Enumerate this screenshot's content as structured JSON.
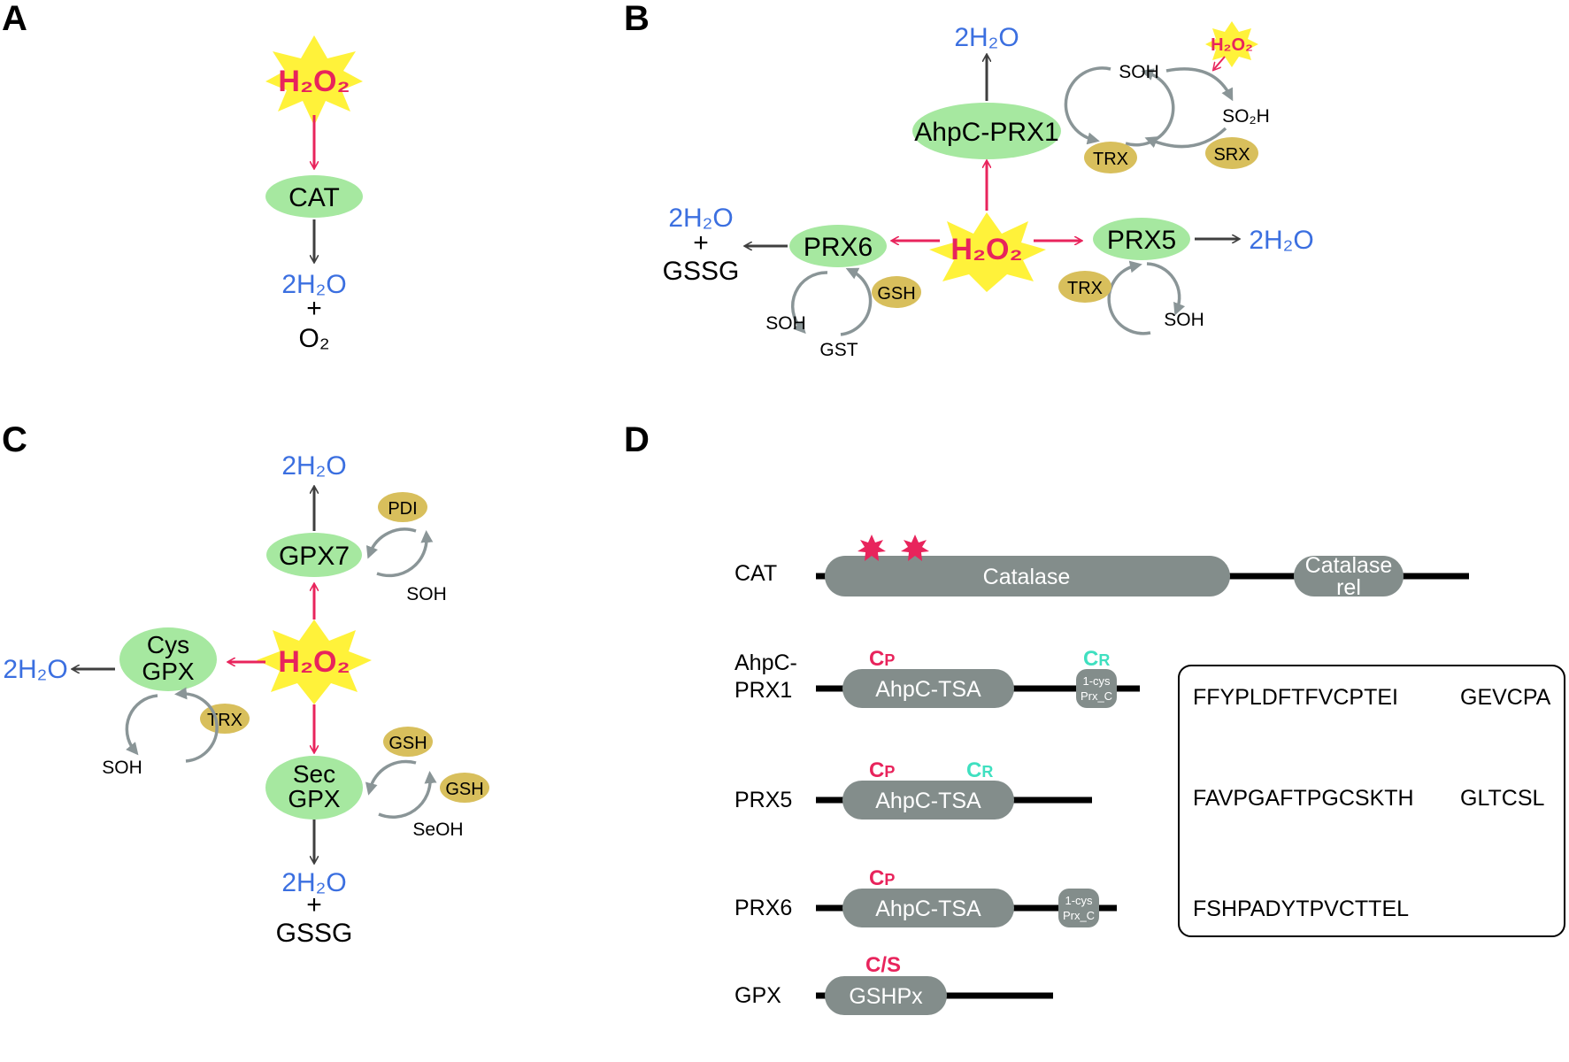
{
  "panels": {
    "A": {
      "letter": "A",
      "h2o2": "H₂O₂",
      "enzyme": "CAT",
      "water": "2H₂O",
      "plus": "+",
      "product": "O₂"
    },
    "B": {
      "letter": "B",
      "h2o2": "H₂O₂",
      "h2o2_small": "H₂O₂",
      "ahpc": "AhpC-PRX1",
      "prx6": "PRX6",
      "prx5": "PRX5",
      "water_top": "2H₂O",
      "water_left": "2H₂O",
      "plus_left": "+",
      "gssg_left": "GSSG",
      "water_right": "2H₂O",
      "soh_top": "SOH",
      "so2h": "SO₂H",
      "trx_top": "TRX",
      "srx": "SRX",
      "gsh": "GSH",
      "soh_prx6": "SOH",
      "gst": "GST",
      "trx_prx5": "TRX",
      "soh_prx5": "SOH"
    },
    "C": {
      "letter": "C",
      "h2o2": "H₂O₂",
      "gpx7": "GPX7",
      "cys_gpx_1": "Cys",
      "cys_gpx_2": "GPX",
      "sec_gpx_1": "Sec",
      "sec_gpx_2": "GPX",
      "water_top": "2H₂O",
      "water_left": "2H₂O",
      "water_bottom": "2H₂O",
      "plus_bottom": "+",
      "gssg_bottom": "GSSG",
      "pdi": "PDI",
      "soh_gpx7": "SOH",
      "trx": "TRX",
      "soh_cys": "SOH",
      "gsh_1": "GSH",
      "gsh_2": "GSH",
      "seoh": "SeOH"
    },
    "D": {
      "letter": "D",
      "rows": {
        "cat": {
          "label": "CAT",
          "domain1": "Catalase",
          "domain2_1": "Catalase",
          "domain2_2": "rel"
        },
        "ahpc": {
          "label_1": "AhpC-",
          "label_2": "PRX1",
          "domain1": "AhpC-TSA",
          "domain2_1": "1-cys",
          "domain2_2": "Prx_C",
          "cp": "C",
          "cp_sub": "P",
          "cr": "C",
          "cr_sub": "R"
        },
        "prx5": {
          "label": "PRX5",
          "domain1": "AhpC-TSA",
          "cp": "C",
          "cp_sub": "P",
          "cr": "C",
          "cr_sub": "R"
        },
        "prx6": {
          "label": "PRX6",
          "domain1": "AhpC-TSA",
          "domain2_1": "1-cys",
          "domain2_2": "Prx_C",
          "cp": "C",
          "cp_sub": "P"
        },
        "gpx": {
          "label": "GPX",
          "domain1": "GSHPx",
          "cs": "C/S"
        }
      },
      "sequences": {
        "row1_motif1": "FFYPLDFTFVCPTEI",
        "row1_motif2": "GEVCPA",
        "row2_motif1": "FAVPGAFTPGCSKTH",
        "row2_motif2": "GLTCSL",
        "row3_motif1": "FSHPADYTPVCTTEL"
      }
    }
  },
  "colors": {
    "enzyme_fill": "#a6e8a0",
    "cofactor_fill": "#d8bf5c",
    "burst_fill": "#fff23a",
    "red_arrow": "#e8245c",
    "dark_arrow": "#3f3f3f",
    "cycle_arrow": "#8a9597",
    "domain_fill": "#838d8b",
    "water_blue": "#3b6fe0",
    "cyan": "#3fe0c0"
  }
}
